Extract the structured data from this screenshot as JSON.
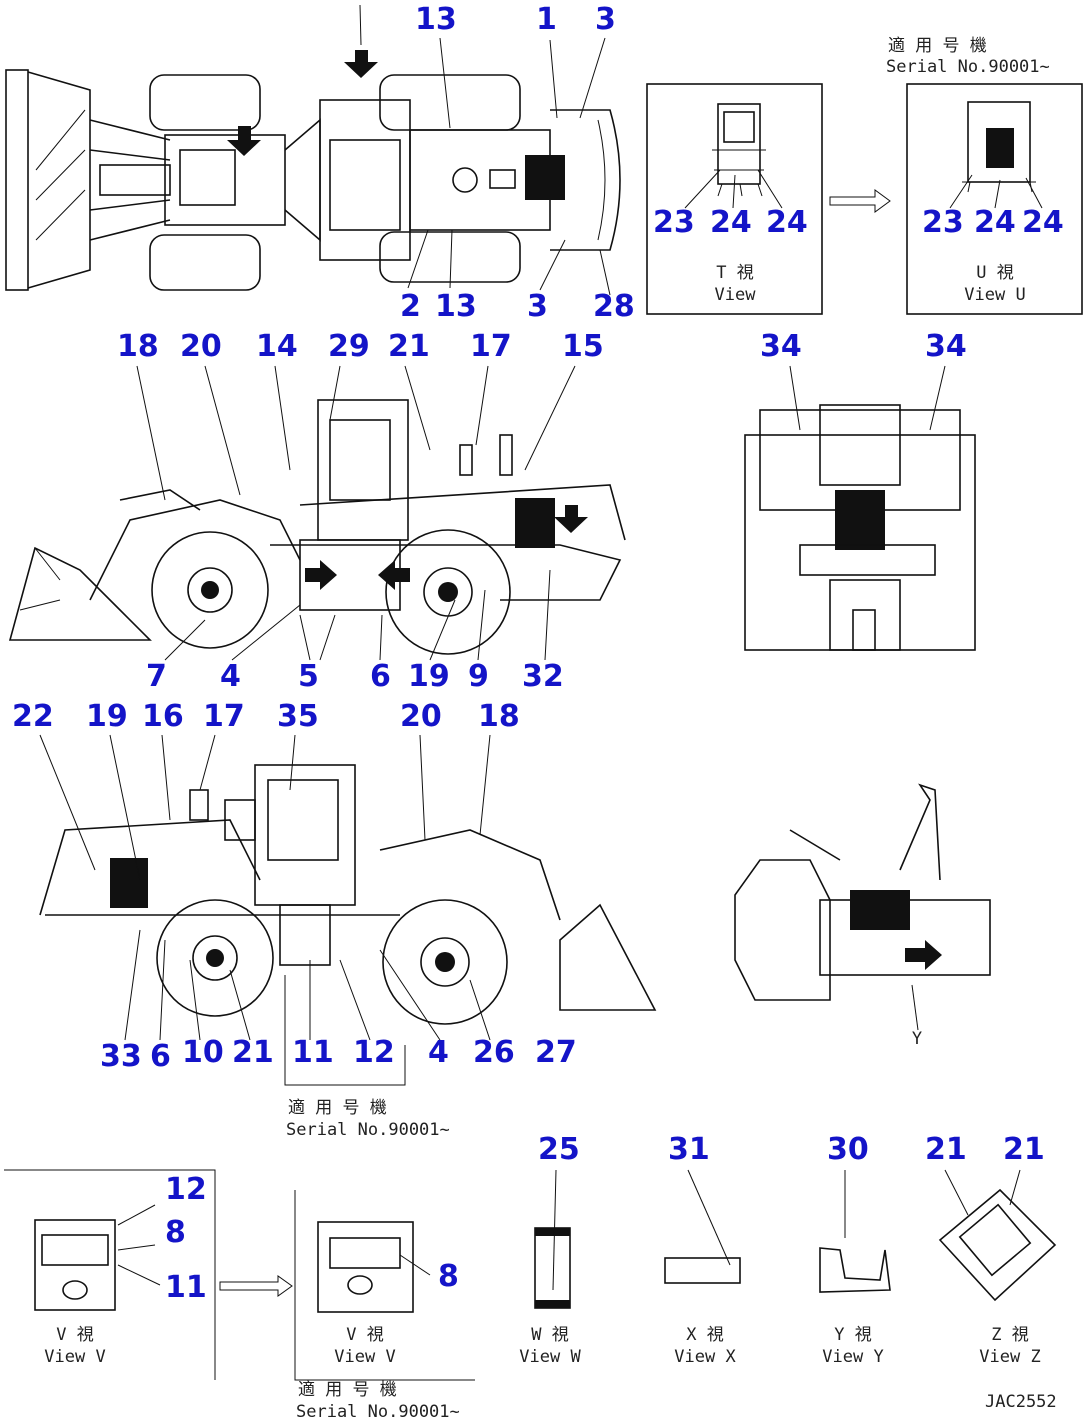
{
  "labels": {
    "t_13a": "13",
    "t_1": "1",
    "t_3a": "3",
    "t_2": "2",
    "t_13b": "13",
    "t_3b": "3",
    "t_28": "28",
    "t_23a": "23",
    "t_24a": "24",
    "t_24b": "24",
    "t_23b": "23",
    "t_24c": "24",
    "t_24d": "24",
    "s_18": "18",
    "s_20": "20",
    "s_14": "14",
    "s_29": "29",
    "s_21": "21",
    "s_17": "17",
    "s_15": "15",
    "s_7": "7",
    "s_4": "4",
    "s_5": "5",
    "s_6": "6",
    "s_19": "19",
    "s_9": "9",
    "s_32": "32",
    "r_34a": "34",
    "r_34b": "34",
    "l_22": "22",
    "l_19": "19",
    "l_16": "16",
    "l_17": "17",
    "l_35": "35",
    "l_20": "20",
    "l_18": "18",
    "l_33": "33",
    "l_6": "6",
    "l_10": "10",
    "l_21": "21",
    "l_11": "11",
    "l_12": "12",
    "l_4": "4",
    "l_26": "26",
    "l_27": "27",
    "v_12": "12",
    "v_8": "8",
    "v_11": "11",
    "v2_8": "8",
    "w_25": "25",
    "x_31": "31",
    "y_30": "30",
    "z_21a": "21",
    "z_21b": "21"
  },
  "captions": {
    "serial_top_jp": "適 用 号 機",
    "serial_top": "Serial No.90001~",
    "view_t_jp": "T 視",
    "view_t": "View",
    "view_u_jp": "U 視",
    "view_u": "View U",
    "serial_mid_jp": "適 用 号 機",
    "serial_mid": "Serial No.90001~",
    "view_v1_jp": "V 視",
    "view_v1": "View V",
    "view_v2_jp": "V 視",
    "view_v2": "View V",
    "serial_bot_jp": "適 用 号 機",
    "serial_bot": "Serial No.90001~",
    "view_w_jp": "W 視",
    "view_w": "View W",
    "view_x_jp": "X 視",
    "view_x": "View X",
    "view_y_jp": "Y 視",
    "view_y": "View Y",
    "view_z_jp": "Z 視",
    "view_z": "View Z",
    "view_y_letter": "Y",
    "drawing_no": "JAC2552"
  },
  "colors": {
    "label": "#1414c8",
    "line": "#111111"
  }
}
